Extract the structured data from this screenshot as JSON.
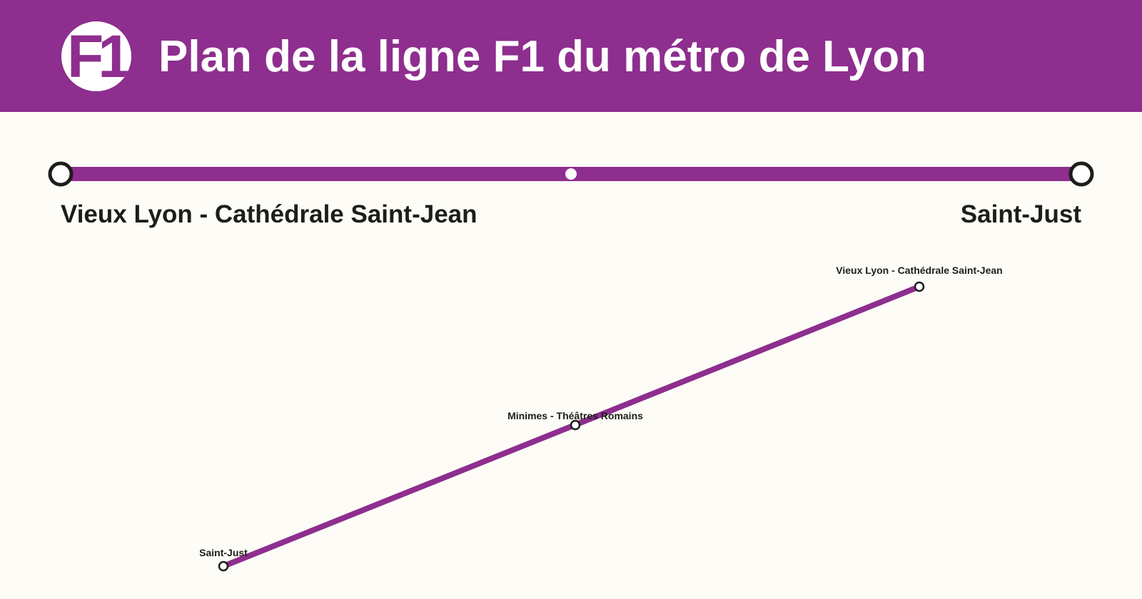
{
  "header": {
    "logo_text": "F1",
    "title": "Plan de la ligne F1 du métro de Lyon"
  },
  "colors": {
    "line": "#8e2e8e",
    "background": "#fdfcf7",
    "text": "#1d1d1b",
    "station_fill": "#ffffff"
  },
  "strip": {
    "terminus_left": "Vieux Lyon - Cathédrale Saint-Jean",
    "terminus_right": "Saint-Just",
    "intermediate_stops": 1
  },
  "map": {
    "stations": [
      {
        "name": "Saint-Just"
      },
      {
        "name": "Minimes - Théâtres Romains"
      },
      {
        "name": "Vieux Lyon - Cathédrale Saint-Jean"
      }
    ]
  }
}
